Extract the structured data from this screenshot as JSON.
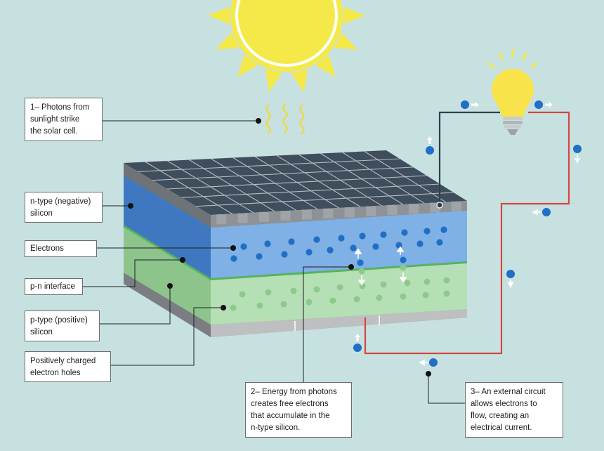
{
  "labels": {
    "photons": "1– Photons from\nsunlight strike\nthe solar cell.",
    "ntype": "n-type (negative)\nsilicon",
    "electrons": "Electrons",
    "pn": "p-n interface",
    "ptype": "p-type (positive)\nsilicon",
    "holes": "Positively charged\nelectron holes",
    "energy": "2– Energy from photons\ncreates free electrons\nthat accumulate in the\nn-type silicon.",
    "circuit": "3– An external circuit\nallows electrons to\nflow, creating an\nelectrical current."
  },
  "colors": {
    "background": "#c7e1e1",
    "sun": "#f5e94a",
    "panel": "#3f4e5c",
    "frame": "#8e9296",
    "ntype": "#4f8ed3",
    "ptype": "#9fd39e",
    "electron": "#1f6fc4",
    "hole": "#8dc88c",
    "wire_negative": "#2f3f4c",
    "wire_positive": "#d64540",
    "bulb": "#f8e34b"
  },
  "icons": [
    "sun-icon",
    "light-bulb-icon",
    "electron-dot-icon",
    "arrow-icon"
  ]
}
